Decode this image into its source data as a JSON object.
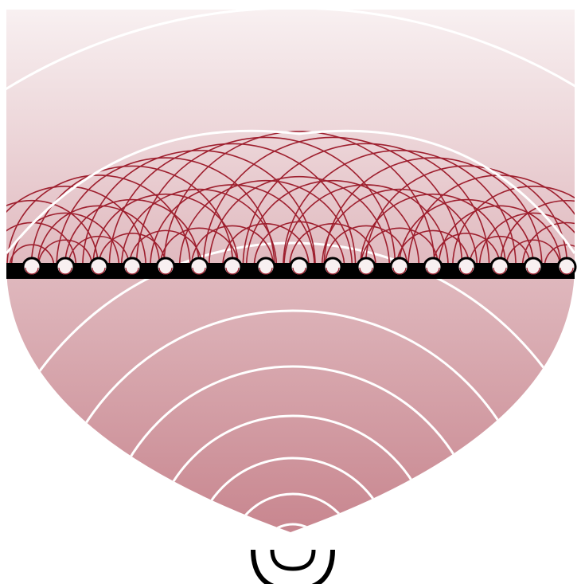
{
  "diagram": {
    "colors": {
      "background": "#ffffff",
      "gradient_light": "#f8f0f1",
      "gradient_mid": "#e2bec3",
      "gradient_dark": "#c8868f",
      "wavefront_line": "#ffffff",
      "wavelet_line": "#9e1f2e",
      "barrier": "#000000",
      "source_ring_outer": "#000000",
      "source_ring_inner": "#000000"
    },
    "icons": {
      "point_source": "point-source-icon",
      "barrier": "barrier-slab",
      "secondary_source": "secondary-source-circle"
    },
    "counts": {
      "secondary_sources": 17,
      "incident_wavefronts_below": 7,
      "wavelet_arcs_per_source": 3,
      "outer_wavefronts_above": 2
    }
  }
}
